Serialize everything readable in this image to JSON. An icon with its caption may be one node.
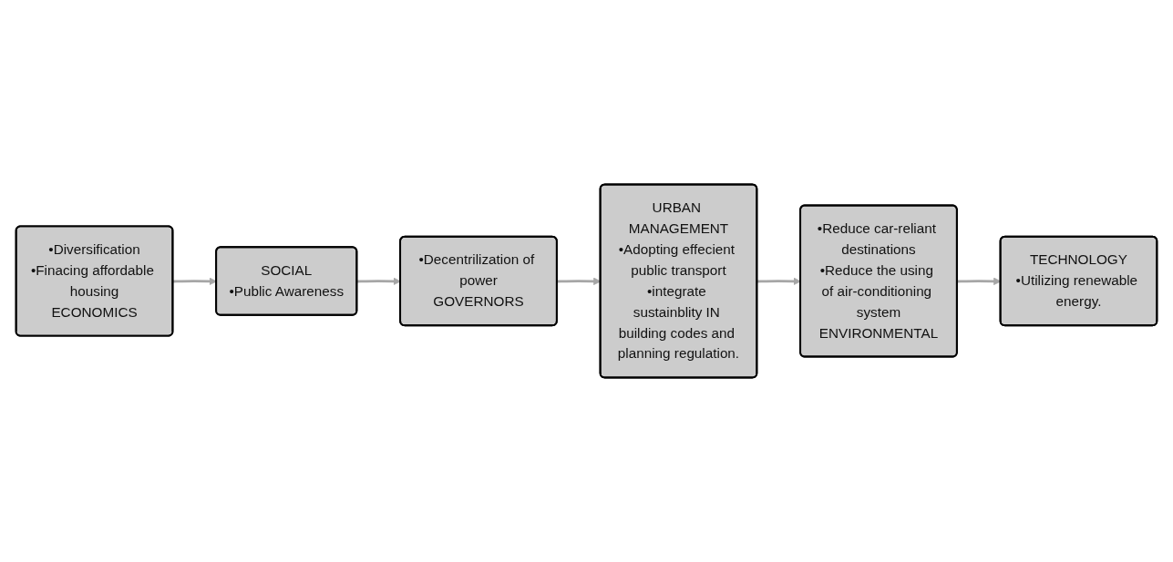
{
  "diagram": {
    "nodes": [
      {
        "text": [
          "•Diversification",
          "•Finacing affordable housing",
          "ECONOMICS"
        ]
      },
      {
        "text": [
          "SOCIAL",
          "•Public Awareness"
        ]
      },
      {
        "text": [
          "•Decentrilization of power",
          "GOVERNORS"
        ]
      },
      {
        "text": [
          "URBAN MANAGEMENT",
          "•Adopting effecient public transport",
          "•integrate sustainblity IN building codes and planning regulation."
        ]
      },
      {
        "text": [
          "•Reduce car-reliant destinations",
          "•Reduce the using of air-conditioning system",
          "ENVIRONMENTAL"
        ]
      },
      {
        "text": [
          "TECHNOLOGY",
          "•Utilizing renewable energy."
        ]
      }
    ],
    "edges": [
      {
        "from": 0,
        "to": 1,
        "arrow": "to"
      },
      {
        "from": 1,
        "to": 2,
        "arrow": "to"
      },
      {
        "from": 2,
        "to": 3,
        "arrow": "to"
      },
      {
        "from": 3,
        "to": 4,
        "arrow": "to"
      },
      {
        "from": 4,
        "to": 5,
        "arrow": "to"
      }
    ]
  }
}
